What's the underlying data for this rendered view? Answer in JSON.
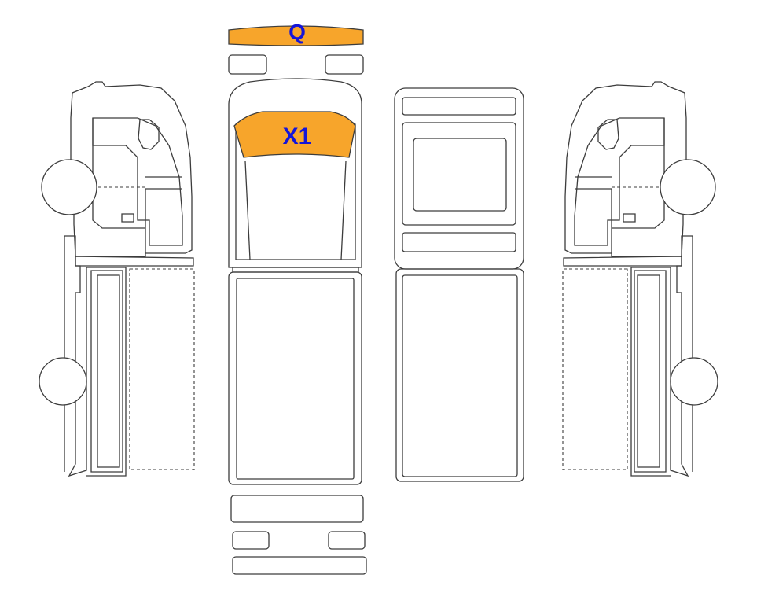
{
  "diagram": {
    "highlight_color": "#F7A52B",
    "label_color": "#1515D8",
    "line_color": "#3C3C3C",
    "zones": [
      {
        "id": "Q",
        "label": "Q",
        "highlighted": true
      },
      {
        "id": "X1",
        "label": "X1",
        "highlighted": true
      }
    ]
  }
}
